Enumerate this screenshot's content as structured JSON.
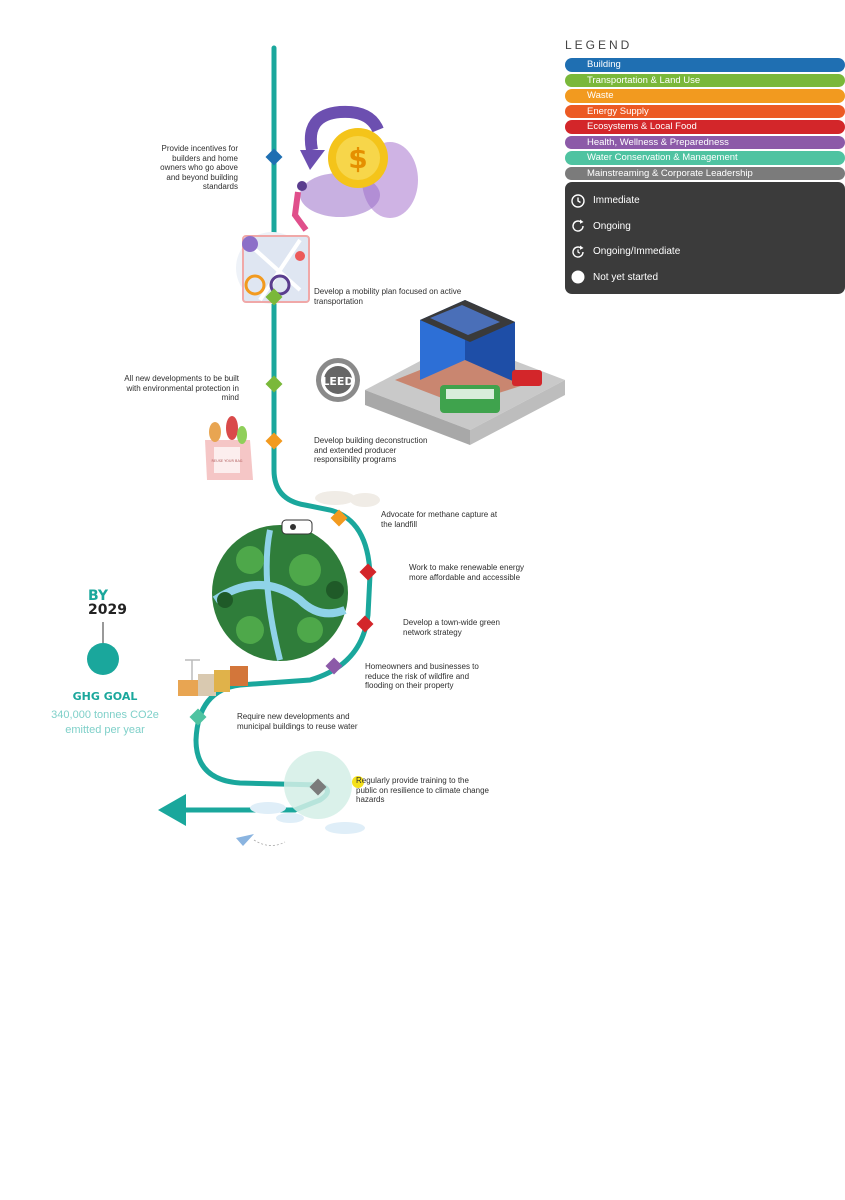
{
  "legend": {
    "title": "LEGEND",
    "categories": [
      {
        "label": "Building",
        "color": "#1f6fb2"
      },
      {
        "label": "Transportation & Land Use",
        "color": "#7ab83a"
      },
      {
        "label": "Waste",
        "color": "#f29a1f"
      },
      {
        "label": "Energy Supply",
        "color": "#ec5a24"
      },
      {
        "label": "Ecosystems & Local Food",
        "color": "#d3262a"
      },
      {
        "label": "Health, Wellness & Preparedness",
        "color": "#8c5aa8"
      },
      {
        "label": "Water Conservation & Management",
        "color": "#4fc3a1"
      },
      {
        "label": "Mainstreaming & Corporate Leadership",
        "color": "#7b7b7b"
      }
    ],
    "statuses": [
      {
        "label": "Immediate",
        "icon": "clock-icon"
      },
      {
        "label": "Ongoing",
        "icon": "refresh-icon"
      },
      {
        "label": "Ongoing/Immediate",
        "icon": "refresh-clock-icon"
      },
      {
        "label": "Not yet started",
        "icon": "circle-icon"
      }
    ]
  },
  "actions": [
    {
      "text": "Provide incentives for builders and home owners who go above and beyond building standards",
      "category": "Building"
    },
    {
      "text": "Develop a mobility plan focused on active transportation",
      "category": "Transportation & Land Use"
    },
    {
      "text": "All new developments to be built with environmental protection in mind",
      "category": "Transportation & Land Use"
    },
    {
      "text": "Develop building deconstruction and extended producer responsibility programs",
      "category": "Waste"
    },
    {
      "text": "Advocate for methane capture at the landfill",
      "category": "Waste"
    },
    {
      "text": "Work to make renewable energy more affordable and accessible",
      "category": "Ecosystems & Local Food"
    },
    {
      "text": "Develop a town-wide green network strategy",
      "category": "Ecosystems & Local Food"
    },
    {
      "text": "Homeowners and businesses to reduce the risk of wildfire and flooding on their property",
      "category": "Health, Wellness & Preparedness"
    },
    {
      "text": "Require new developments and municipal buildings to reuse water",
      "category": "Water Conservation & Management"
    },
    {
      "text": "Regularly provide training to the public on resilience to climate change hazards",
      "category": "Mainstreaming & Corporate Leadership"
    }
  ],
  "illustrations": {
    "leed_badge": "LEED",
    "bag_text": "REUSE YOUR BAG"
  },
  "goal": {
    "by": "BY",
    "year": "2029",
    "title": "GHG GOAL",
    "value": "340,000 tonnes CO2e emitted per year"
  }
}
